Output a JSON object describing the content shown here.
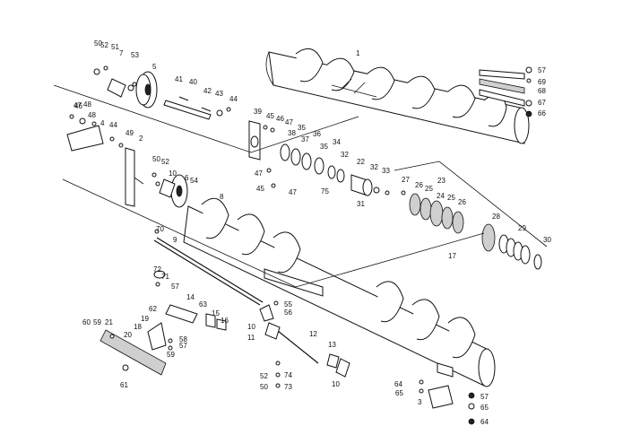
{
  "diagram": {
    "callouts": [
      "1",
      "2",
      "3",
      "4",
      "5",
      "6",
      "7",
      "8",
      "9",
      "10",
      "10",
      "10",
      "11",
      "12",
      "13",
      "14",
      "15",
      "16",
      "17",
      "18",
      "19",
      "20",
      "21",
      "22",
      "23",
      "24",
      "25",
      "25",
      "26",
      "26",
      "27",
      "28",
      "29",
      "30",
      "31",
      "32",
      "32",
      "33",
      "34",
      "35",
      "35",
      "36",
      "37",
      "38",
      "39",
      "40",
      "41",
      "42",
      "43",
      "44",
      "44",
      "45",
      "45",
      "46",
      "46",
      "47",
      "47",
      "47",
      "47",
      "48",
      "48",
      "49",
      "50",
      "50",
      "50",
      "51",
      "52",
      "52",
      "52",
      "53",
      "54",
      "55",
      "56",
      "57",
      "57",
      "57",
      "57",
      "58",
      "59",
      "59",
      "60",
      "61",
      "62",
      "63",
      "64",
      "64",
      "65",
      "65",
      "66",
      "67",
      "68",
      "69",
      "70",
      "71",
      "72",
      "73",
      "74",
      "75"
    ]
  }
}
